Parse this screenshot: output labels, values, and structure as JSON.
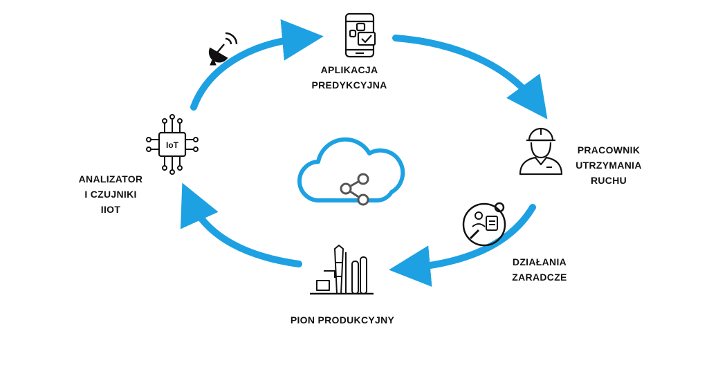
{
  "accent_color": "#1da1e2",
  "nodes": {
    "app": {
      "line1": "APLIKACJA",
      "line2": "PREDYKCYJNA",
      "icon": "smartphone-check-icon"
    },
    "worker": {
      "line1": "PRACOWNIK",
      "line2": "UTRZYMANIA",
      "line3": "RUCHU",
      "icon": "maintenance-worker-icon"
    },
    "action": {
      "line1": "DZIAŁANIA",
      "line2": "ZARADCZE",
      "icon": "corrective-actions-icon"
    },
    "plant": {
      "line1": "PION PRODUKCYJNY",
      "icon": "factory-icon"
    },
    "iiot": {
      "line1": "ANALIZATOR",
      "line2": "I CZUJNIKI",
      "line3": "IIOT",
      "icon": "iot-chip-icon",
      "chip_text": "IoT"
    }
  },
  "center_icon": "cloud-share-icon",
  "extra_icon": "satellite-dish-icon"
}
